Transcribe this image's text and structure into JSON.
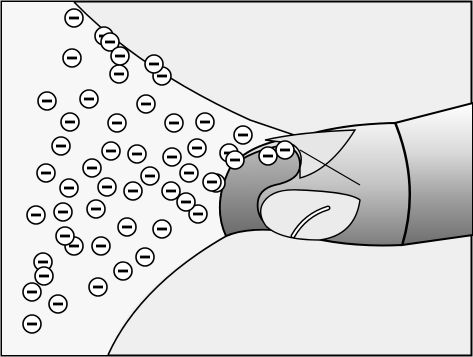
{
  "illustration": {
    "subject": "nozzle-emitting-ion-stream",
    "icon_names": [
      "ion-stream-cone",
      "nozzle-icon",
      "negative-ion-icon"
    ],
    "colors": {
      "background": "#efefef",
      "outline": "#000000",
      "ion_fill": "#ffffff",
      "nozzle_light": "#ffffff",
      "nozzle_mid": "#b8b8b8",
      "nozzle_dark": "#6f6f6f"
    },
    "ion_symbol": "−",
    "ion_count": 53
  }
}
